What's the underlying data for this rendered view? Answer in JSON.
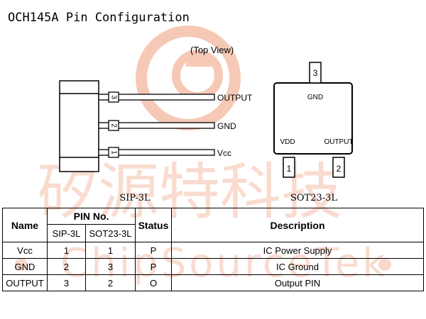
{
  "title": "OCH145A Pin Configuration",
  "watermark": {
    "cn": "矽源特科技",
    "en": "ChipSourceTek"
  },
  "diagram": {
    "top_view_label": "(Top View)",
    "sip": {
      "label": "SIP-3L",
      "pins": [
        {
          "number": "3",
          "name": "OUTPUT"
        },
        {
          "number": "2",
          "name": "GND"
        },
        {
          "number": "1",
          "name": "Vcc"
        }
      ]
    },
    "sot": {
      "label": "SOT23-3L",
      "pin_top": "3",
      "pin_left": "1",
      "pin_right": "2",
      "inner_gnd": "GND",
      "inner_vdd": "VDD",
      "inner_output": "OUTPUT"
    }
  },
  "table": {
    "headers": {
      "name": "Name",
      "pin_no": "PIN No.",
      "sip": "SIP-3L",
      "sot": "SOT23-3L",
      "status": "Status",
      "description": "Description"
    },
    "rows": [
      {
        "name": "Vcc",
        "sip": "1",
        "sot": "1",
        "status": "P",
        "description": "IC Power Supply"
      },
      {
        "name": "GND",
        "sip": "2",
        "sot": "3",
        "status": "P",
        "description": "IC Ground"
      },
      {
        "name": "OUTPUT",
        "sip": "3",
        "sot": "2",
        "status": "O",
        "description": "Output PIN"
      }
    ]
  },
  "colors": {
    "watermark": "#f6c9b6",
    "line": "#000000"
  }
}
